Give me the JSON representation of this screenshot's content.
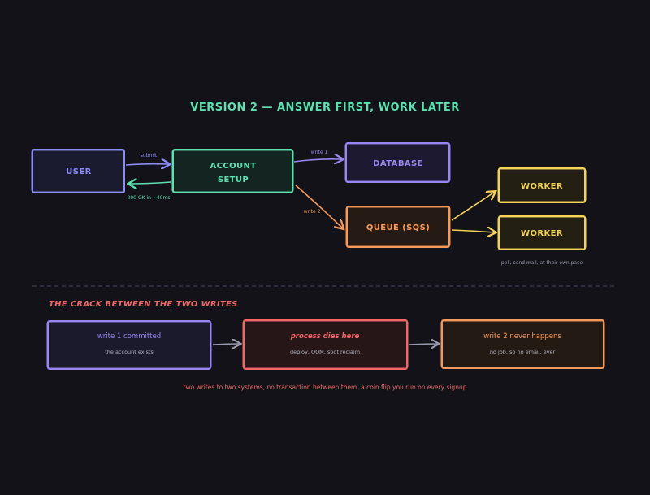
{
  "title": "VERSION 2 — ANSWER FIRST, WORK LATER",
  "nodes": {
    "user": "USER",
    "account_line1": "ACCOUNT",
    "account_line2": "SETUP",
    "database": "DATABASE",
    "queue": "QUEUE (SQS)",
    "worker1": "WORKER",
    "worker2": "WORKER"
  },
  "edges": {
    "submit": "submit",
    "response": "200 OK in ~40ms",
    "write1": "write 1",
    "write2": "write 2"
  },
  "worker_note": "poll, send mail, at their own pace",
  "crack": {
    "title": "THE CRACK BETWEEN THE TWO WRITES",
    "boxes": [
      {
        "heading": "write 1 committed",
        "sub": "the account exists"
      },
      {
        "heading": "process dies here",
        "sub": "deploy, OOM, spot reclaim"
      },
      {
        "heading": "write 2 never happens",
        "sub": "no job, so no email, ever"
      }
    ],
    "footnote": "two writes to two systems, no transaction between them. a coin flip you run on every signup"
  },
  "colors": {
    "background": "#121218",
    "title": "#5ee0b0",
    "user": "#8b8cf6",
    "account": "#5ee0b0",
    "database": "#9a86f0",
    "queue": "#f59a5a",
    "worker": "#f5d35a",
    "crack": "#f06868",
    "divider": "#4a4a66"
  }
}
